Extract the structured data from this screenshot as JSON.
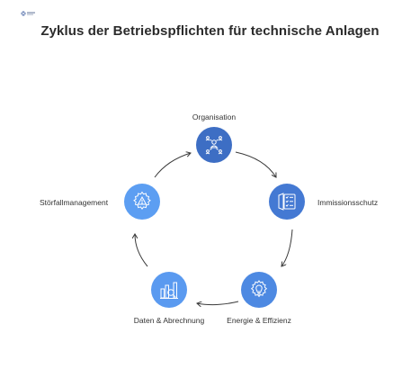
{
  "title": "Zyklus der Betriebspflichten für technische Anlagen",
  "colors": {
    "node_dark": "#3f6ec5",
    "node_mid": "#4d86e0",
    "node_light": "#5c9bf1",
    "arrow": "#3a3a3a",
    "text": "#333333"
  },
  "cycle": {
    "steps": [
      {
        "label": "Organisation",
        "icon": "people-network-icon",
        "color": "#3d6ec4"
      },
      {
        "label": "Immissionsschutz",
        "icon": "shield-checklist-icon",
        "color": "#4479d3"
      },
      {
        "label": "Energie & Effizienz",
        "icon": "lightbulb-gear-icon",
        "color": "#4d89e2"
      },
      {
        "label": "Daten & Abrechnung",
        "icon": "chart-magnifier-icon",
        "color": "#5a9af0"
      },
      {
        "label": "Störfallmanagement",
        "icon": "gear-warning-icon",
        "color": "#5c9ef2"
      }
    ]
  }
}
